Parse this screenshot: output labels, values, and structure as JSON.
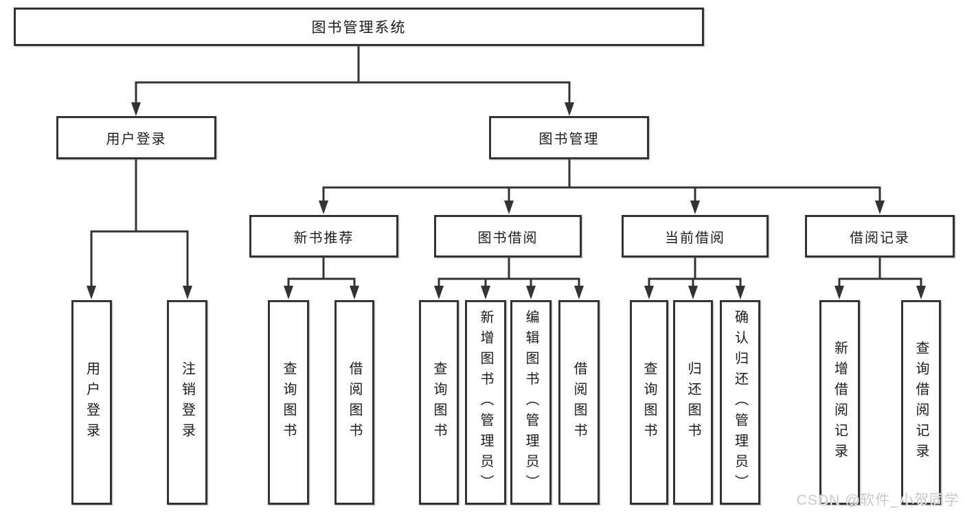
{
  "colors": {
    "line": "#333333",
    "box_border": "#333333",
    "text": "#1c1c1c",
    "watermark": "#c6c6c6",
    "background": "#ffffff"
  },
  "tree": {
    "root": {
      "label": "图书管理系统"
    },
    "user_login": {
      "label": "用户登录",
      "children": [
        {
          "label": "用户登录"
        },
        {
          "label": "注销登录"
        }
      ]
    },
    "book_mgmt": {
      "label": "图书管理",
      "children": [
        {
          "label": "新书推荐",
          "children": [
            {
              "label": "查询图书"
            },
            {
              "label": "借阅图书"
            }
          ]
        },
        {
          "label": "图书借阅",
          "children": [
            {
              "label": "查询图书"
            },
            {
              "label": "新增图书（管理员）"
            },
            {
              "label": "编辑图书（管理员）"
            },
            {
              "label": "借阅图书"
            }
          ]
        },
        {
          "label": "当前借阅",
          "children": [
            {
              "label": "查询图书"
            },
            {
              "label": "归还图书"
            },
            {
              "label": "确认归还（管理员）"
            }
          ]
        },
        {
          "label": "借阅记录",
          "children": [
            {
              "label": "新增借阅记录"
            },
            {
              "label": "查询借阅记录"
            }
          ]
        }
      ]
    }
  },
  "watermark": {
    "text": "CSDN @软件_小贺同学"
  }
}
